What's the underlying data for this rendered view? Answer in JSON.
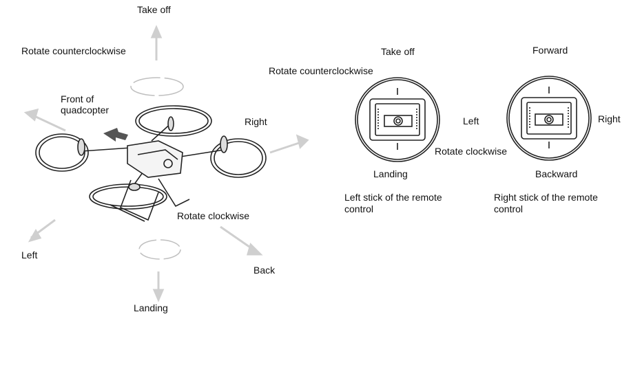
{
  "drone_diagram": {
    "take_off": "Take off",
    "rotate_ccw": "Rotate counterclockwise",
    "front_line1": "Front of",
    "front_line2": "quadcopter",
    "right": "Right",
    "rotate_cw": "Rotate clockwise",
    "left": "Left",
    "back": "Back",
    "landing": "Landing"
  },
  "left_stick": {
    "take_off": "Take off",
    "rotate_ccw": "Rotate counterclockwise",
    "rotate_cw": "Rotate clockwise",
    "landing": "Landing",
    "caption_line1": "Left stick of the remote",
    "caption_line2": "control"
  },
  "right_stick": {
    "forward": "Forward",
    "left": "Left",
    "right": "Right",
    "backward": "Backward",
    "caption_line1": "Right stick of the remote",
    "caption_line2": "control"
  },
  "colors": {
    "line": "#222222",
    "arrow": "#c8c8c8",
    "accent": "#555555"
  },
  "icons": [
    "quadcopter-illustration",
    "direction-arrow-icon",
    "rotation-arrow-icon",
    "joystick-icon"
  ]
}
